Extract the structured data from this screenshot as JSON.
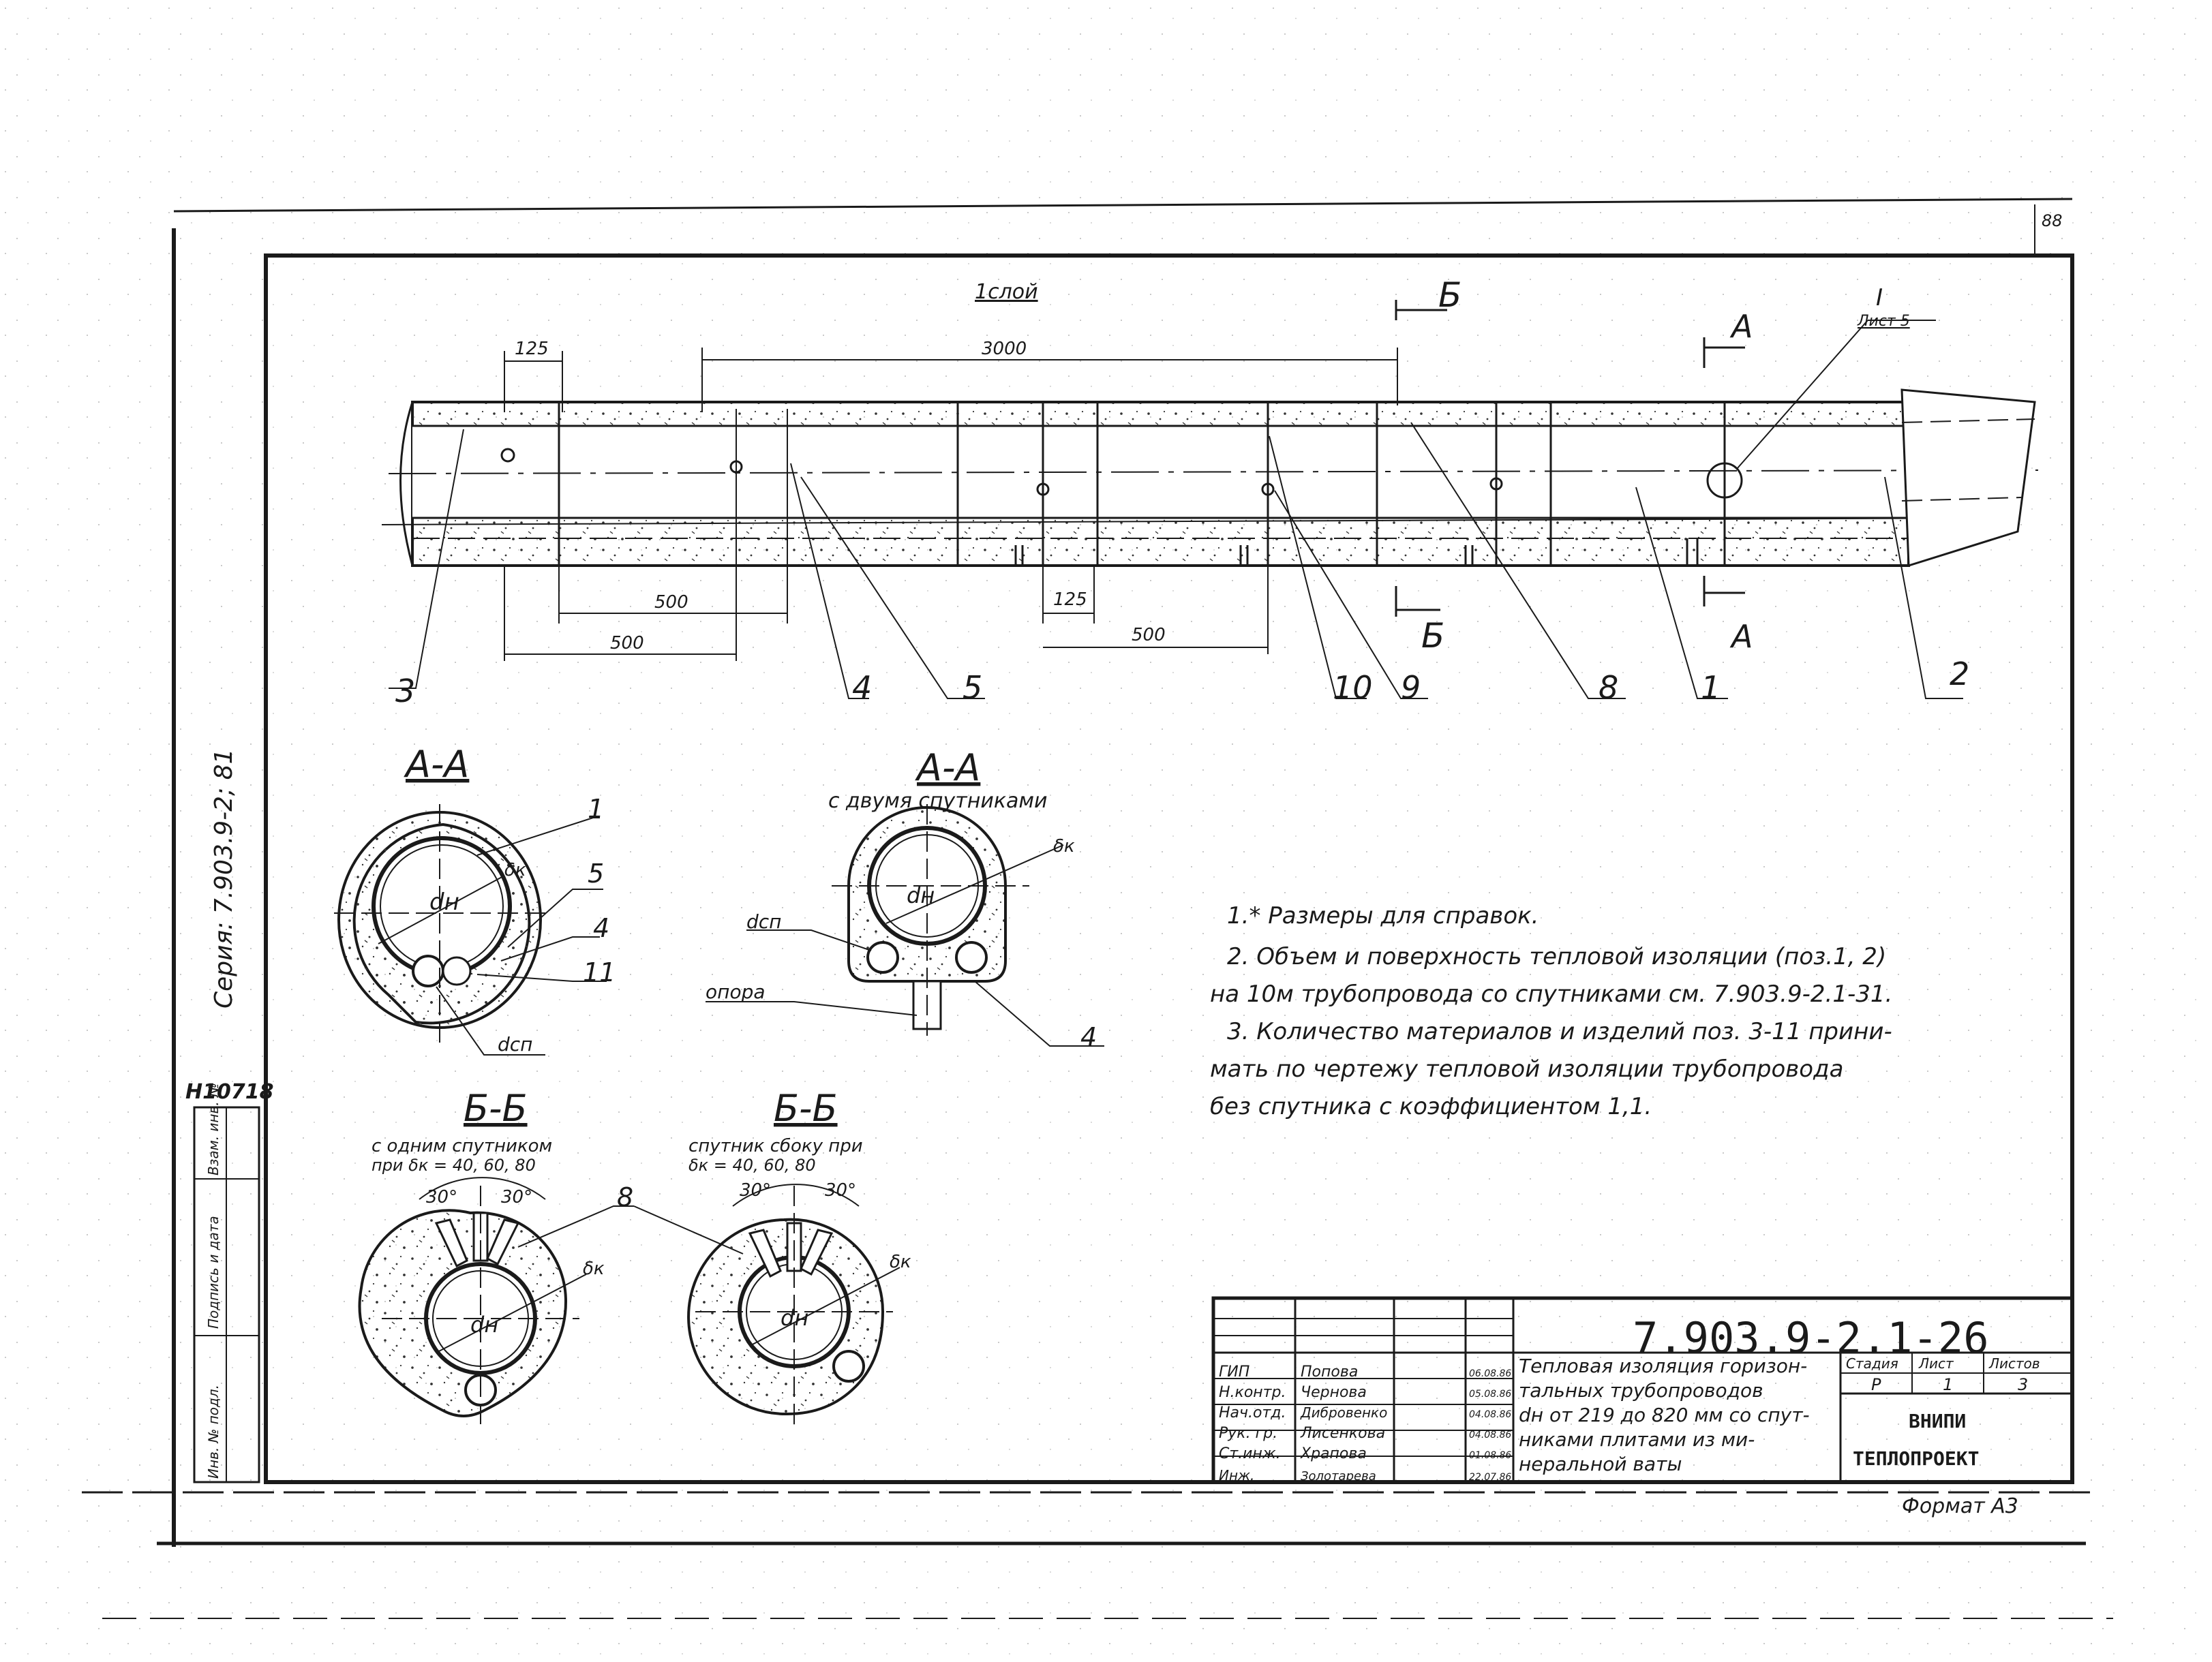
{
  "sheet_corner": "88",
  "format_label": "Формат А3",
  "archive_number": "Н10718",
  "series_label": "Серия: 7.903.9-2; 81",
  "side_stamp": {
    "inv_label": "Инв. № подл.",
    "sign_label": "Подпись и дата",
    "replace_label": "Взам. инв. №"
  },
  "plan": {
    "layer_label": "1слой",
    "dims": {
      "d_125_top": "125",
      "d_3000": "3000",
      "d_500_a": "500",
      "d_500_b": "500",
      "d_125_mid": "125",
      "d_500_c": "500"
    },
    "cut_b": "Б",
    "cut_a": "А",
    "detail_mark": "I",
    "detail_sheet": "Лист 5",
    "callouts": [
      "3",
      "4",
      "5",
      "10",
      "9",
      "8",
      "1",
      "2"
    ]
  },
  "sections": {
    "aa1": {
      "title": "А-А",
      "callouts": [
        "1",
        "5",
        "4",
        "11"
      ],
      "labels": {
        "dn": "dн",
        "dk": "δк",
        "dsp": "dсп"
      }
    },
    "aa2": {
      "title": "А-А",
      "subtitle": "с двумя спутниками",
      "labels": {
        "dn": "dн",
        "dk": "δк",
        "dsp": "dсп",
        "support": "опора"
      },
      "callout": "4"
    },
    "bb1": {
      "title": "Б-Б",
      "subtitle": "с одним спутником",
      "subtitle2": "при δк = 40, 60, 80",
      "angles": [
        "30°",
        "30°"
      ],
      "labels": {
        "dn": "dн",
        "dk": "δк"
      },
      "callout": "8"
    },
    "bb2": {
      "title": "Б-Б",
      "subtitle": "спутник сбоку при",
      "subtitle2": "δк = 40, 60, 80",
      "angles": [
        "30°",
        "30°"
      ],
      "labels": {
        "dn": "dн",
        "dk": "δк"
      }
    }
  },
  "notes": [
    "1.* Размеры для справок.",
    "2. Объем и поверхность тепловой изоляции (поз.1, 2)",
    "на 10м трубопровода со спутниками см. 7.903.9-2.1-31.",
    "3. Количество материалов и изделий поз. 3-11 прини-",
    "мать по чертежу тепловой изоляции трубопровода",
    "без спутника с коэффициентом 1,1."
  ],
  "title_block": {
    "doc_number": "7.903.9-2.1-26",
    "roles": [
      {
        "role": "ГИП",
        "name": "Попова",
        "date": "06.08.86"
      },
      {
        "role": "Н.контр.",
        "name": "Чернова",
        "date": "05.08.86"
      },
      {
        "role": "Нач.отд.",
        "name": "Дибровенко",
        "date": "04.08.86"
      },
      {
        "role": "Рук. гр.",
        "name": "Лисенкова",
        "date": "04.08.86"
      },
      {
        "role": "Ст.инж.",
        "name": "Храпова",
        "date": "01.08.86"
      },
      {
        "role": "Инж.",
        "name": "Золотарева",
        "date": "22.07.86"
      }
    ],
    "description": [
      "Тепловая изоляция горизон-",
      "тальных трубопроводов",
      "dн от 219 до 820 мм со спут-",
      "никами плитами из ми-",
      "неральной ваты"
    ],
    "stage_label": "Стадия",
    "sheet_label": "Лист",
    "sheets_label": "Листов",
    "stage": "Р",
    "sheet": "1",
    "sheets": "3",
    "org1": "ВНИПИ",
    "org2": "ТЕПЛОПРОЕКТ"
  }
}
